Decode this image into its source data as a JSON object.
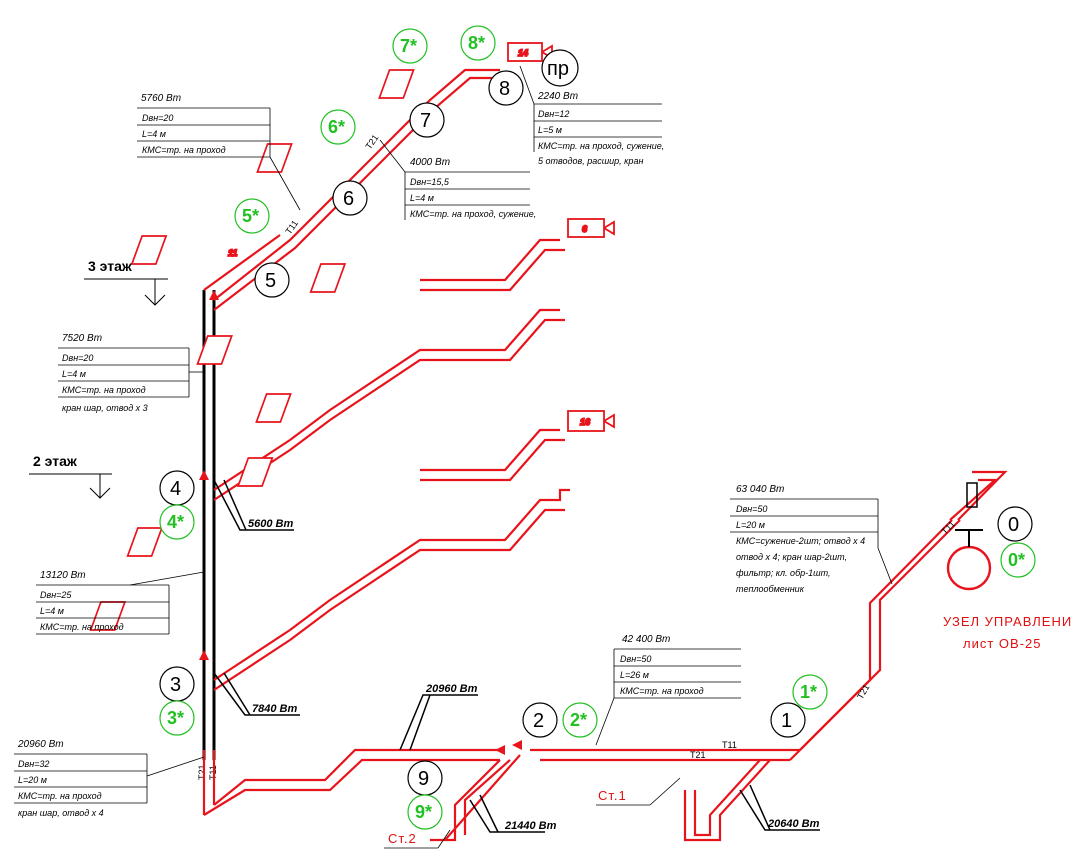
{
  "colors": {
    "pipe": "#e8141c",
    "node_green": "#22c022",
    "text": "#000000",
    "riser": "#000000"
  },
  "floors": [
    {
      "id": "floor3",
      "label": "3 этаж"
    },
    {
      "id": "floor2",
      "label": "2 этаж"
    }
  ],
  "nodes": [
    {
      "id": "n0",
      "label": "0"
    },
    {
      "id": "n0s",
      "label": "0*"
    },
    {
      "id": "n1",
      "label": "1"
    },
    {
      "id": "n1s",
      "label": "1*"
    },
    {
      "id": "n2",
      "label": "2"
    },
    {
      "id": "n2s",
      "label": "2*"
    },
    {
      "id": "n3",
      "label": "3"
    },
    {
      "id": "n3s",
      "label": "3*"
    },
    {
      "id": "n4",
      "label": "4"
    },
    {
      "id": "n4s",
      "label": "4*"
    },
    {
      "id": "n5",
      "label": "5"
    },
    {
      "id": "n5s",
      "label": "5*"
    },
    {
      "id": "n6",
      "label": "6"
    },
    {
      "id": "n6s",
      "label": "6*"
    },
    {
      "id": "n7",
      "label": "7"
    },
    {
      "id": "n7s",
      "label": "7*"
    },
    {
      "id": "n8",
      "label": "8"
    },
    {
      "id": "n8s",
      "label": "8*"
    },
    {
      "id": "n9",
      "label": "9"
    },
    {
      "id": "n9s",
      "label": "9*"
    },
    {
      "id": "npr",
      "label": "пр"
    }
  ],
  "segments": [
    {
      "id": "seg-5-6",
      "load": "5760 Вт",
      "rows": [
        "Dвн=20",
        "L=4 м",
        "КМС=тр. на проход"
      ]
    },
    {
      "id": "seg-6-7",
      "load": "4000 Вт",
      "rows": [
        "Dвн=15,5",
        "L=4 м",
        "КМС=тр. на проход, сужение,"
      ]
    },
    {
      "id": "seg-7-8",
      "load": "2240 Вт",
      "rows": [
        "Dвн=12",
        "L=5 м",
        "КМС=тр. на проход, сужение,",
        "5 отводов, расшир, кран"
      ]
    },
    {
      "id": "seg-4-5",
      "load": "7520 Вт",
      "rows": [
        "Dвн=20",
        "L=4 м",
        "КМС=тр. на проход",
        "кран шар, отвод х 3"
      ]
    },
    {
      "id": "seg-3-4",
      "load": "13120 Вт",
      "rows": [
        "Dвн=25",
        "L=4 м",
        "КМС=тр. на проход"
      ]
    },
    {
      "id": "seg-2-3",
      "load": "20960 Вт",
      "rows": [
        "Dвн=32",
        "L=20 м",
        "КМС=тр. на проход",
        "кран шар, отвод х 4"
      ]
    },
    {
      "id": "seg-1-2",
      "load": "42 400 Вт",
      "rows": [
        "Dвн=50",
        "L=26 м",
        "КМС=тр. на проход"
      ]
    },
    {
      "id": "seg-0-1",
      "load": "63 040 Вт",
      "rows": [
        "Dвн=50",
        "L=20 м",
        "КМС=сужение-2шт; отвод х 4",
        "отвод х 4; кран шар-2шт,",
        "фильтр; кл. обр-1шт,",
        "теплообменник"
      ]
    }
  ],
  "loads": {
    "l4": "5600 Вт",
    "l3": "7840 Вт",
    "l20960": "20960 Вт",
    "l21440": "21440 Вт",
    "l20640": "20640 Вт"
  },
  "radiators": {
    "r14": "14",
    "r6": "6",
    "r16": "16",
    "r11": "11"
  },
  "pipe_labels": {
    "t11": "Т11",
    "t21": "Т21"
  },
  "risers": {
    "st1": "Ст.1",
    "st2": "Ст.2"
  },
  "control_unit": {
    "line1": "УЗЕЛ УПРАВЛЕНИ",
    "line2": "лист ОВ-25"
  }
}
